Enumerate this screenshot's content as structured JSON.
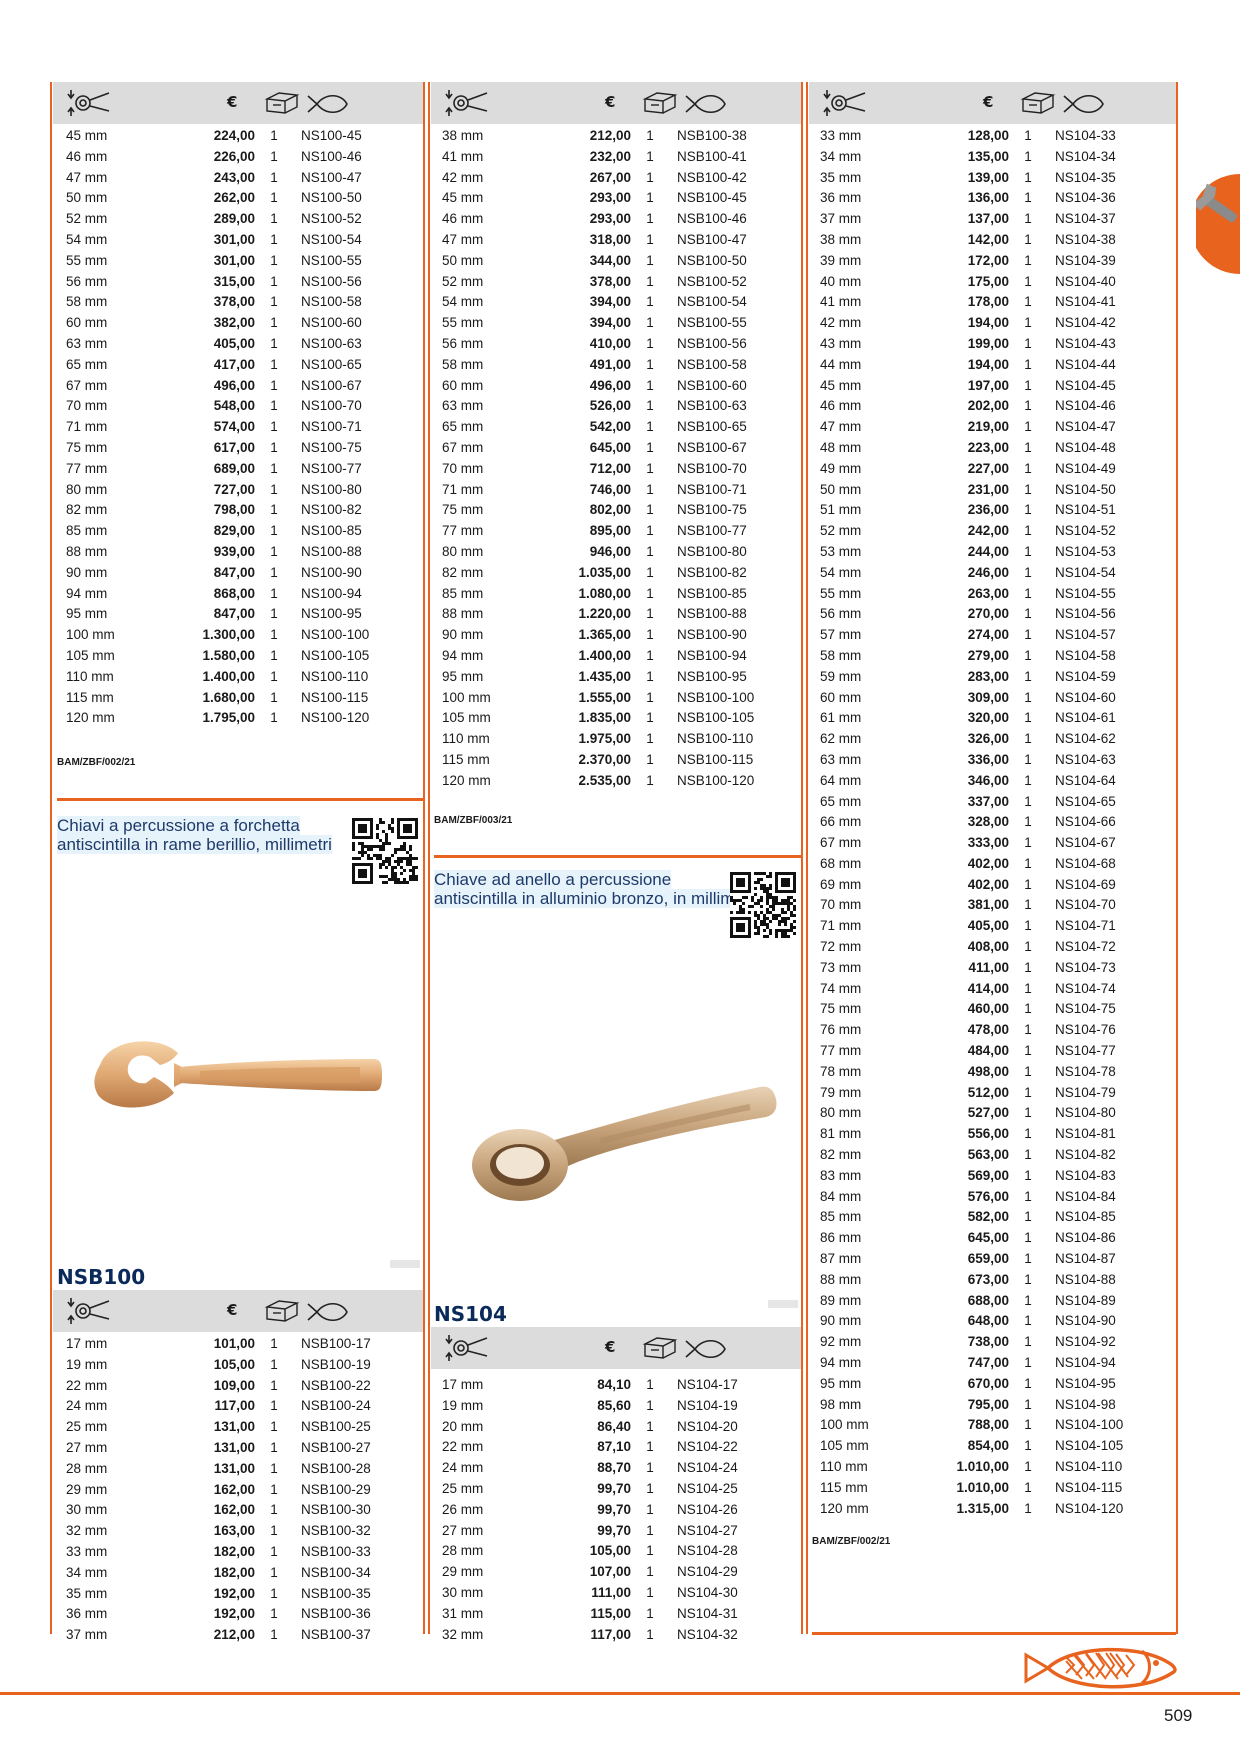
{
  "page_number": "509",
  "currency_symbol": "€",
  "colors": {
    "accent": "#e8631e",
    "header_bg": "#dcdcdc",
    "title_blue": "#0a2a5a",
    "desc_highlight": "#e6f3fb"
  },
  "icons": {
    "header": [
      "wrench-dimension-icon",
      "euro-icon",
      "package-icon",
      "fish-icon"
    ],
    "side_tab": "wrench-tab-icon",
    "logo": "fish-logo-icon"
  },
  "col1": {
    "top_table": {
      "rows": [
        [
          "45 mm",
          "224,00",
          "1",
          "NS100-45"
        ],
        [
          "46 mm",
          "226,00",
          "1",
          "NS100-46"
        ],
        [
          "47 mm",
          "243,00",
          "1",
          "NS100-47"
        ],
        [
          "50 mm",
          "262,00",
          "1",
          "NS100-50"
        ],
        [
          "52 mm",
          "289,00",
          "1",
          "NS100-52"
        ],
        [
          "54 mm",
          "301,00",
          "1",
          "NS100-54"
        ],
        [
          "55 mm",
          "301,00",
          "1",
          "NS100-55"
        ],
        [
          "56 mm",
          "315,00",
          "1",
          "NS100-56"
        ],
        [
          "58 mm",
          "378,00",
          "1",
          "NS100-58"
        ],
        [
          "60 mm",
          "382,00",
          "1",
          "NS100-60"
        ],
        [
          "63 mm",
          "405,00",
          "1",
          "NS100-63"
        ],
        [
          "65 mm",
          "417,00",
          "1",
          "NS100-65"
        ],
        [
          "67 mm",
          "496,00",
          "1",
          "NS100-67"
        ],
        [
          "70 mm",
          "548,00",
          "1",
          "NS100-70"
        ],
        [
          "71 mm",
          "574,00",
          "1",
          "NS100-71"
        ],
        [
          "75 mm",
          "617,00",
          "1",
          "NS100-75"
        ],
        [
          "77 mm",
          "689,00",
          "1",
          "NS100-77"
        ],
        [
          "80 mm",
          "727,00",
          "1",
          "NS100-80"
        ],
        [
          "82 mm",
          "798,00",
          "1",
          "NS100-82"
        ],
        [
          "85 mm",
          "829,00",
          "1",
          "NS100-85"
        ],
        [
          "88 mm",
          "939,00",
          "1",
          "NS100-88"
        ],
        [
          "90 mm",
          "847,00",
          "1",
          "NS100-90"
        ],
        [
          "94 mm",
          "868,00",
          "1",
          "NS100-94"
        ],
        [
          "95 mm",
          "847,00",
          "1",
          "NS100-95"
        ],
        [
          "100 mm",
          "1.300,00",
          "1",
          "NS100-100"
        ],
        [
          "105 mm",
          "1.580,00",
          "1",
          "NS100-105"
        ],
        [
          "110 mm",
          "1.400,00",
          "1",
          "NS100-110"
        ],
        [
          "115 mm",
          "1.680,00",
          "1",
          "NS100-115"
        ],
        [
          "120 mm",
          "1.795,00",
          "1",
          "NS100-120"
        ]
      ],
      "ref": "BAM/ZBF/002/21"
    },
    "product": {
      "description": [
        "Chiavi a percussione a forchetta",
        "antiscintilla in rame berillio, millimetri"
      ],
      "name": "NSB100",
      "rows": [
        [
          "17 mm",
          "101,00",
          "1",
          "NSB100-17"
        ],
        [
          "19 mm",
          "105,00",
          "1",
          "NSB100-19"
        ],
        [
          "22 mm",
          "109,00",
          "1",
          "NSB100-22"
        ],
        [
          "24 mm",
          "117,00",
          "1",
          "NSB100-24"
        ],
        [
          "25 mm",
          "131,00",
          "1",
          "NSB100-25"
        ],
        [
          "27 mm",
          "131,00",
          "1",
          "NSB100-27"
        ],
        [
          "28 mm",
          "131,00",
          "1",
          "NSB100-28"
        ],
        [
          "29 mm",
          "162,00",
          "1",
          "NSB100-29"
        ],
        [
          "30 mm",
          "162,00",
          "1",
          "NSB100-30"
        ],
        [
          "32 mm",
          "163,00",
          "1",
          "NSB100-32"
        ],
        [
          "33 mm",
          "182,00",
          "1",
          "NSB100-33"
        ],
        [
          "34 mm",
          "182,00",
          "1",
          "NSB100-34"
        ],
        [
          "35 mm",
          "192,00",
          "1",
          "NSB100-35"
        ],
        [
          "36 mm",
          "192,00",
          "1",
          "NSB100-36"
        ],
        [
          "37 mm",
          "212,00",
          "1",
          "NSB100-37"
        ]
      ]
    }
  },
  "col2": {
    "top_table": {
      "rows": [
        [
          "38 mm",
          "212,00",
          "1",
          "NSB100-38"
        ],
        [
          "41 mm",
          "232,00",
          "1",
          "NSB100-41"
        ],
        [
          "42 mm",
          "267,00",
          "1",
          "NSB100-42"
        ],
        [
          "45 mm",
          "293,00",
          "1",
          "NSB100-45"
        ],
        [
          "46 mm",
          "293,00",
          "1",
          "NSB100-46"
        ],
        [
          "47 mm",
          "318,00",
          "1",
          "NSB100-47"
        ],
        [
          "50 mm",
          "344,00",
          "1",
          "NSB100-50"
        ],
        [
          "52 mm",
          "378,00",
          "1",
          "NSB100-52"
        ],
        [
          "54 mm",
          "394,00",
          "1",
          "NSB100-54"
        ],
        [
          "55 mm",
          "394,00",
          "1",
          "NSB100-55"
        ],
        [
          "56 mm",
          "410,00",
          "1",
          "NSB100-56"
        ],
        [
          "58 mm",
          "491,00",
          "1",
          "NSB100-58"
        ],
        [
          "60 mm",
          "496,00",
          "1",
          "NSB100-60"
        ],
        [
          "63 mm",
          "526,00",
          "1",
          "NSB100-63"
        ],
        [
          "65 mm",
          "542,00",
          "1",
          "NSB100-65"
        ],
        [
          "67 mm",
          "645,00",
          "1",
          "NSB100-67"
        ],
        [
          "70 mm",
          "712,00",
          "1",
          "NSB100-70"
        ],
        [
          "71 mm",
          "746,00",
          "1",
          "NSB100-71"
        ],
        [
          "75 mm",
          "802,00",
          "1",
          "NSB100-75"
        ],
        [
          "77 mm",
          "895,00",
          "1",
          "NSB100-77"
        ],
        [
          "80 mm",
          "946,00",
          "1",
          "NSB100-80"
        ],
        [
          "82 mm",
          "1.035,00",
          "1",
          "NSB100-82"
        ],
        [
          "85 mm",
          "1.080,00",
          "1",
          "NSB100-85"
        ],
        [
          "88 mm",
          "1.220,00",
          "1",
          "NSB100-88"
        ],
        [
          "90 mm",
          "1.365,00",
          "1",
          "NSB100-90"
        ],
        [
          "94 mm",
          "1.400,00",
          "1",
          "NSB100-94"
        ],
        [
          "95 mm",
          "1.435,00",
          "1",
          "NSB100-95"
        ],
        [
          "100 mm",
          "1.555,00",
          "1",
          "NSB100-100"
        ],
        [
          "105 mm",
          "1.835,00",
          "1",
          "NSB100-105"
        ],
        [
          "110 mm",
          "1.975,00",
          "1",
          "NSB100-110"
        ],
        [
          "115 mm",
          "2.370,00",
          "1",
          "NSB100-115"
        ],
        [
          "120 mm",
          "2.535,00",
          "1",
          "NSB100-120"
        ]
      ],
      "ref": "BAM/ZBF/003/21"
    },
    "product": {
      "description": [
        "Chiave ad anello a percussione",
        "antiscintilla in alluminio bronzo, in millimetri"
      ],
      "name": "NS104",
      "rows": [
        [
          "17 mm",
          "84,10",
          "1",
          "NS104-17"
        ],
        [
          "19 mm",
          "85,60",
          "1",
          "NS104-19"
        ],
        [
          "20 mm",
          "86,40",
          "1",
          "NS104-20"
        ],
        [
          "22 mm",
          "87,10",
          "1",
          "NS104-22"
        ],
        [
          "24 mm",
          "88,70",
          "1",
          "NS104-24"
        ],
        [
          "25 mm",
          "99,70",
          "1",
          "NS104-25"
        ],
        [
          "26 mm",
          "99,70",
          "1",
          "NS104-26"
        ],
        [
          "27 mm",
          "99,70",
          "1",
          "NS104-27"
        ],
        [
          "28 mm",
          "105,00",
          "1",
          "NS104-28"
        ],
        [
          "29 mm",
          "107,00",
          "1",
          "NS104-29"
        ],
        [
          "30 mm",
          "111,00",
          "1",
          "NS104-30"
        ],
        [
          "31 mm",
          "115,00",
          "1",
          "NS104-31"
        ],
        [
          "32 mm",
          "117,00",
          "1",
          "NS104-32"
        ]
      ]
    }
  },
  "col3": {
    "top_table": {
      "rows": [
        [
          "33 mm",
          "128,00",
          "1",
          "NS104-33"
        ],
        [
          "34 mm",
          "135,00",
          "1",
          "NS104-34"
        ],
        [
          "35 mm",
          "139,00",
          "1",
          "NS104-35"
        ],
        [
          "36 mm",
          "136,00",
          "1",
          "NS104-36"
        ],
        [
          "37 mm",
          "137,00",
          "1",
          "NS104-37"
        ],
        [
          "38 mm",
          "142,00",
          "1",
          "NS104-38"
        ],
        [
          "39 mm",
          "172,00",
          "1",
          "NS104-39"
        ],
        [
          "40 mm",
          "175,00",
          "1",
          "NS104-40"
        ],
        [
          "41 mm",
          "178,00",
          "1",
          "NS104-41"
        ],
        [
          "42 mm",
          "194,00",
          "1",
          "NS104-42"
        ],
        [
          "43 mm",
          "199,00",
          "1",
          "NS104-43"
        ],
        [
          "44 mm",
          "194,00",
          "1",
          "NS104-44"
        ],
        [
          "45 mm",
          "197,00",
          "1",
          "NS104-45"
        ],
        [
          "46 mm",
          "202,00",
          "1",
          "NS104-46"
        ],
        [
          "47 mm",
          "219,00",
          "1",
          "NS104-47"
        ],
        [
          "48 mm",
          "223,00",
          "1",
          "NS104-48"
        ],
        [
          "49 mm",
          "227,00",
          "1",
          "NS104-49"
        ],
        [
          "50 mm",
          "231,00",
          "1",
          "NS104-50"
        ],
        [
          "51 mm",
          "236,00",
          "1",
          "NS104-51"
        ],
        [
          "52 mm",
          "242,00",
          "1",
          "NS104-52"
        ],
        [
          "53 mm",
          "244,00",
          "1",
          "NS104-53"
        ],
        [
          "54 mm",
          "246,00",
          "1",
          "NS104-54"
        ],
        [
          "55 mm",
          "263,00",
          "1",
          "NS104-55"
        ],
        [
          "56 mm",
          "270,00",
          "1",
          "NS104-56"
        ],
        [
          "57 mm",
          "274,00",
          "1",
          "NS104-57"
        ],
        [
          "58 mm",
          "279,00",
          "1",
          "NS104-58"
        ],
        [
          "59 mm",
          "283,00",
          "1",
          "NS104-59"
        ],
        [
          "60 mm",
          "309,00",
          "1",
          "NS104-60"
        ],
        [
          "61 mm",
          "320,00",
          "1",
          "NS104-61"
        ],
        [
          "62 mm",
          "326,00",
          "1",
          "NS104-62"
        ],
        [
          "63 mm",
          "336,00",
          "1",
          "NS104-63"
        ],
        [
          "64 mm",
          "346,00",
          "1",
          "NS104-64"
        ],
        [
          "65 mm",
          "337,00",
          "1",
          "NS104-65"
        ],
        [
          "66 mm",
          "328,00",
          "1",
          "NS104-66"
        ],
        [
          "67 mm",
          "333,00",
          "1",
          "NS104-67"
        ],
        [
          "68 mm",
          "402,00",
          "1",
          "NS104-68"
        ],
        [
          "69 mm",
          "402,00",
          "1",
          "NS104-69"
        ],
        [
          "70 mm",
          "381,00",
          "1",
          "NS104-70"
        ],
        [
          "71 mm",
          "405,00",
          "1",
          "NS104-71"
        ],
        [
          "72 mm",
          "408,00",
          "1",
          "NS104-72"
        ],
        [
          "73 mm",
          "411,00",
          "1",
          "NS104-73"
        ],
        [
          "74 mm",
          "414,00",
          "1",
          "NS104-74"
        ],
        [
          "75 mm",
          "460,00",
          "1",
          "NS104-75"
        ],
        [
          "76 mm",
          "478,00",
          "1",
          "NS104-76"
        ],
        [
          "77 mm",
          "484,00",
          "1",
          "NS104-77"
        ],
        [
          "78 mm",
          "498,00",
          "1",
          "NS104-78"
        ],
        [
          "79 mm",
          "512,00",
          "1",
          "NS104-79"
        ],
        [
          "80 mm",
          "527,00",
          "1",
          "NS104-80"
        ],
        [
          "81 mm",
          "556,00",
          "1",
          "NS104-81"
        ],
        [
          "82 mm",
          "563,00",
          "1",
          "NS104-82"
        ],
        [
          "83 mm",
          "569,00",
          "1",
          "NS104-83"
        ],
        [
          "84 mm",
          "576,00",
          "1",
          "NS104-84"
        ],
        [
          "85 mm",
          "582,00",
          "1",
          "NS104-85"
        ],
        [
          "86 mm",
          "645,00",
          "1",
          "NS104-86"
        ],
        [
          "87 mm",
          "659,00",
          "1",
          "NS104-87"
        ],
        [
          "88 mm",
          "673,00",
          "1",
          "NS104-88"
        ],
        [
          "89 mm",
          "688,00",
          "1",
          "NS104-89"
        ],
        [
          "90 mm",
          "648,00",
          "1",
          "NS104-90"
        ],
        [
          "92 mm",
          "738,00",
          "1",
          "NS104-92"
        ],
        [
          "94 mm",
          "747,00",
          "1",
          "NS104-94"
        ],
        [
          "95 mm",
          "670,00",
          "1",
          "NS104-95"
        ],
        [
          "98 mm",
          "795,00",
          "1",
          "NS104-98"
        ],
        [
          "100 mm",
          "788,00",
          "1",
          "NS104-100"
        ],
        [
          "105 mm",
          "854,00",
          "1",
          "NS104-105"
        ],
        [
          "110 mm",
          "1.010,00",
          "1",
          "NS104-110"
        ],
        [
          "115 mm",
          "1.010,00",
          "1",
          "NS104-115"
        ],
        [
          "120 mm",
          "1.315,00",
          "1",
          "NS104-120"
        ]
      ],
      "ref": "BAM/ZBF/002/21"
    }
  }
}
